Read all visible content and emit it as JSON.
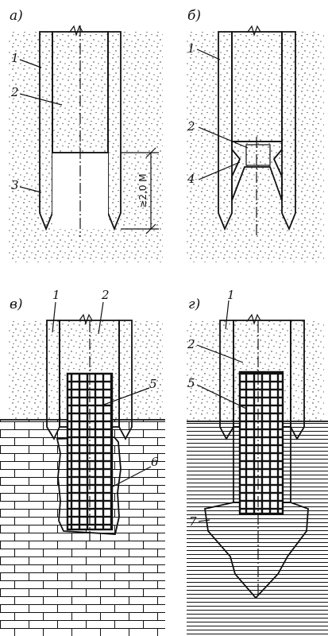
{
  "panels": [
    {
      "letter": "а)",
      "labels": [
        "1",
        "2",
        "3"
      ],
      "dimension": "≥2,0 М"
    },
    {
      "letter": "б)",
      "labels": [
        "1",
        "2",
        "4"
      ]
    },
    {
      "letter": "в)",
      "labels": [
        "1",
        "2",
        "5",
        "6"
      ]
    },
    {
      "letter": "г)",
      "labels": [
        "1",
        "2",
        "5",
        "7"
      ]
    }
  ]
}
